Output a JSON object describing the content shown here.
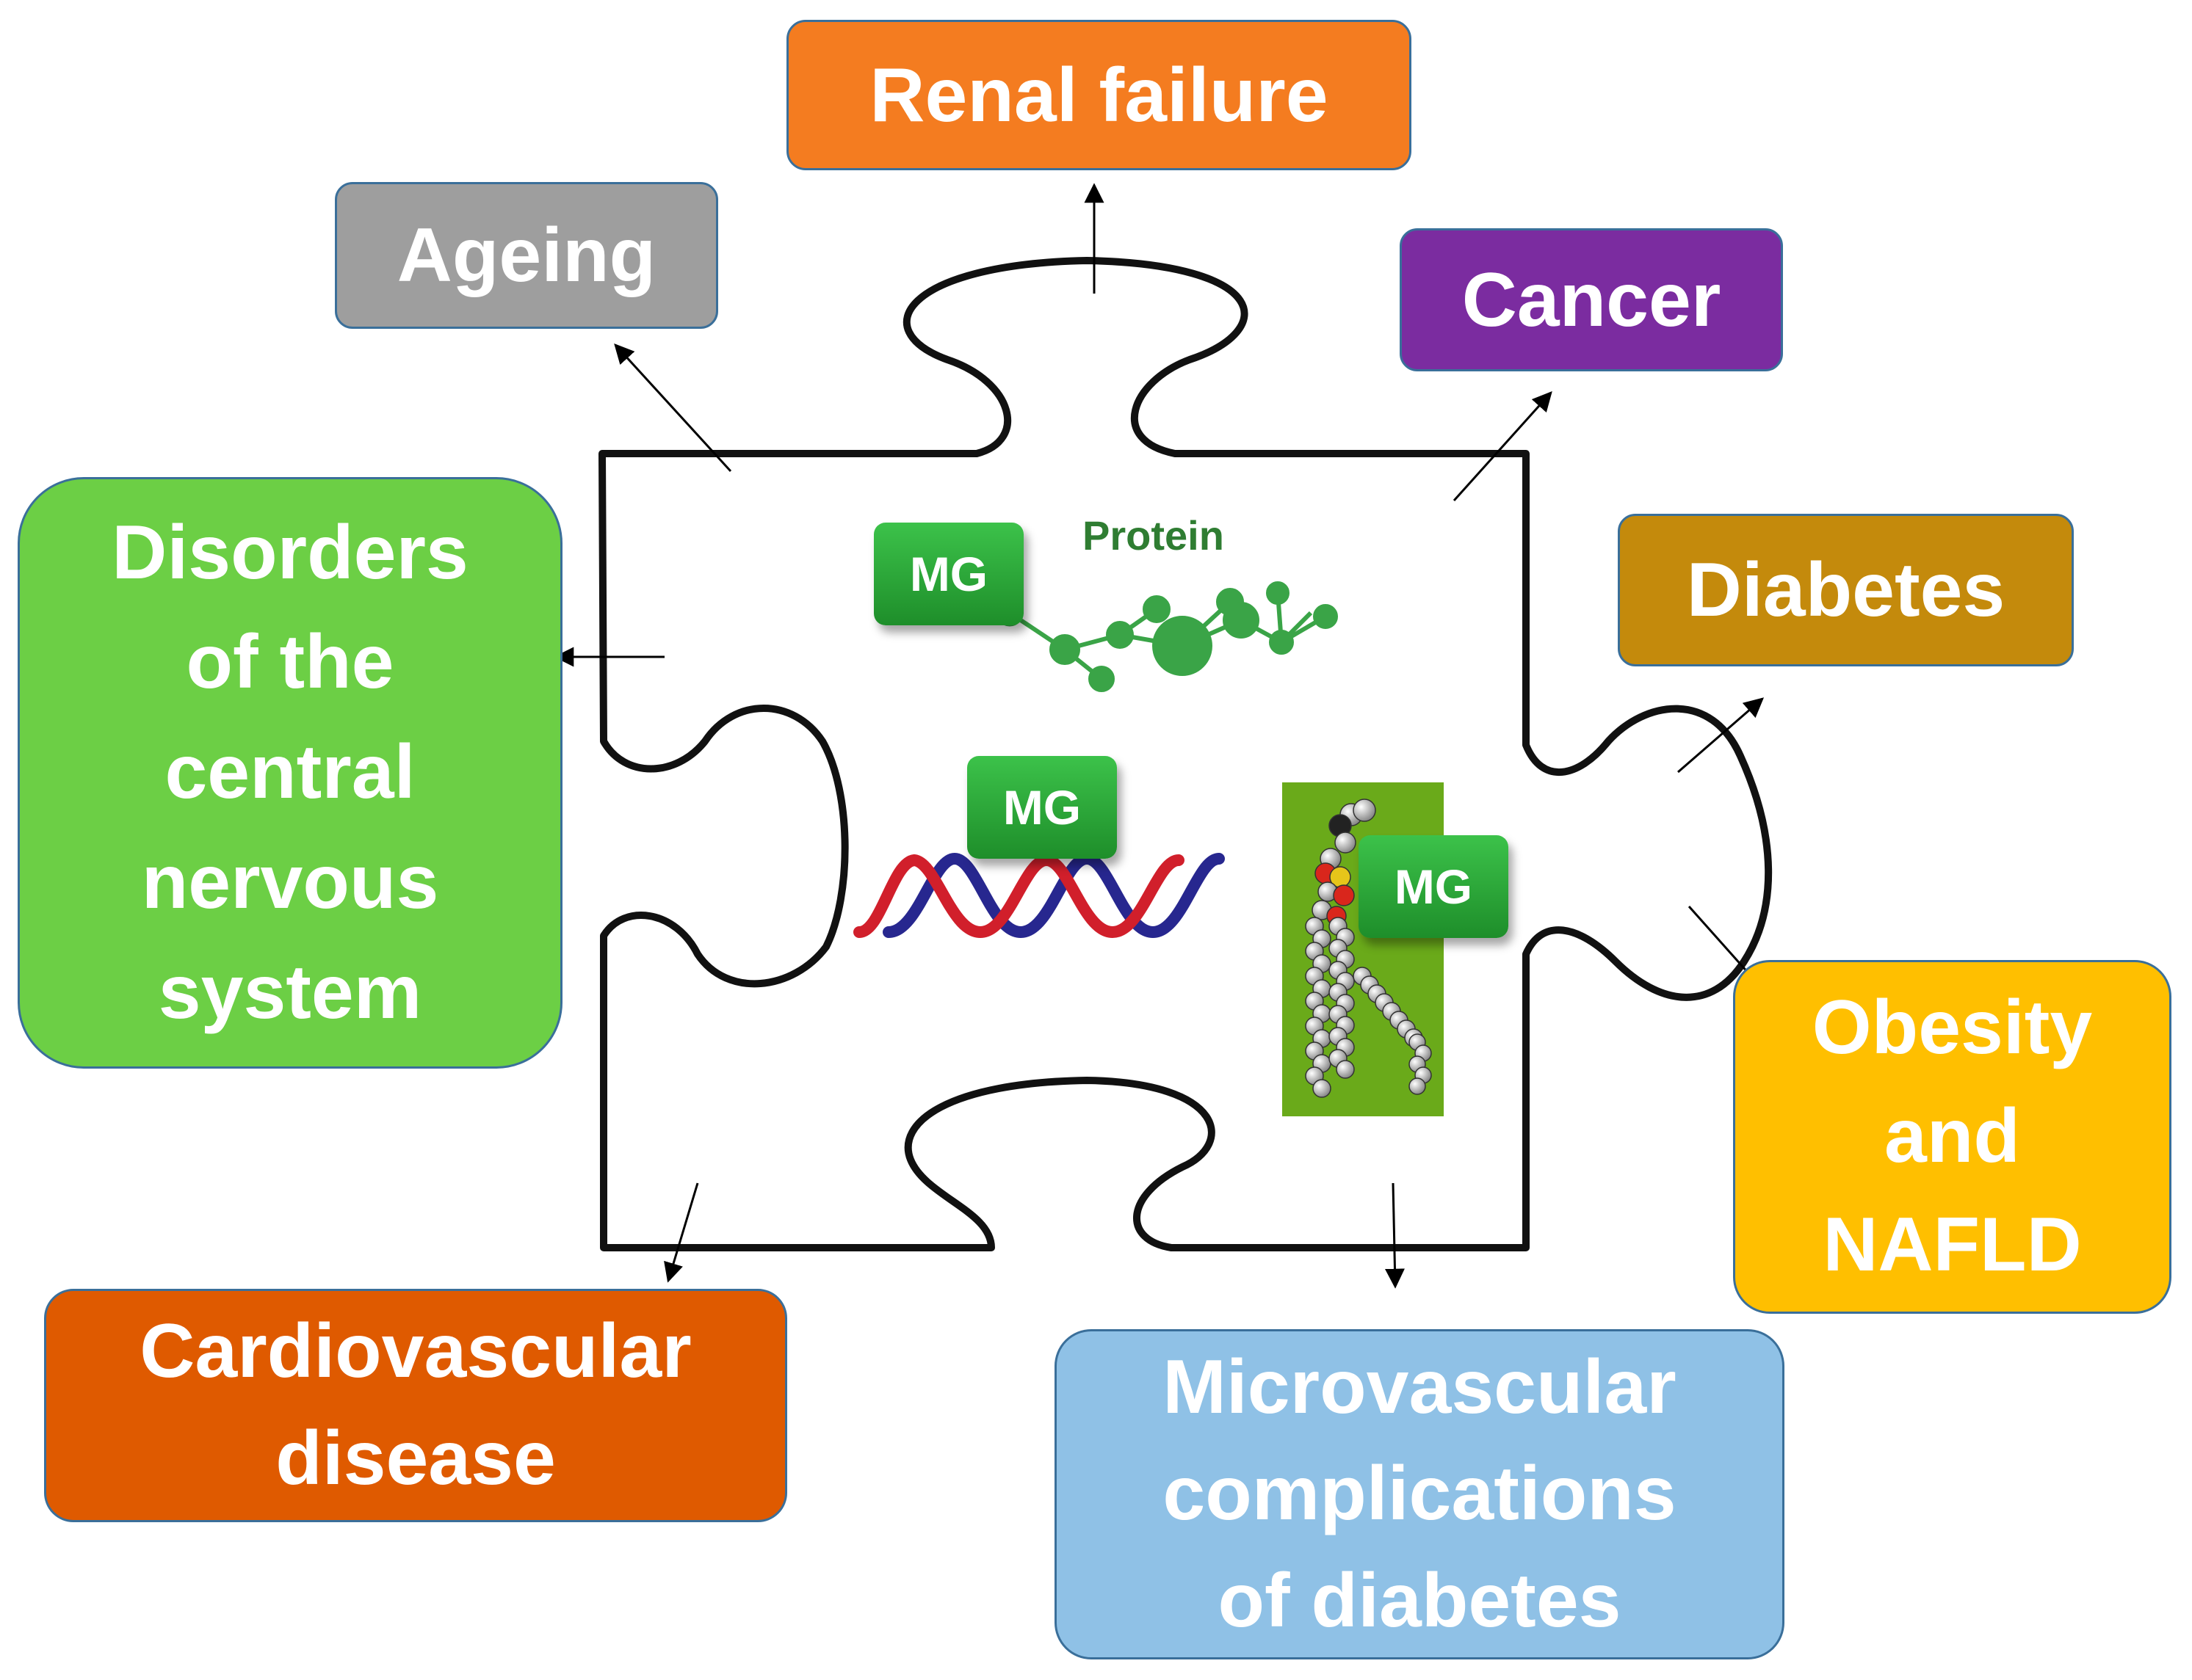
{
  "center": {
    "protein_label": "Protein",
    "mg_labels": [
      "MG",
      "MG",
      "MG"
    ]
  },
  "outcomes": [
    {
      "key": "renal",
      "label": "Renal failure",
      "color": "#f47c20"
    },
    {
      "key": "ageing",
      "label": "Ageing",
      "color": "#9e9e9e"
    },
    {
      "key": "cancer",
      "label": "Cancer",
      "color": "#7b2ca0"
    },
    {
      "key": "cns",
      "label": "Disorders\nof the\ncentral\nnervous\nsystem",
      "color": "#6ccf45"
    },
    {
      "key": "diabetes",
      "label": "Diabetes",
      "color": "#c48a0c"
    },
    {
      "key": "obesity",
      "label": "Obesity\nand\nNAFLD",
      "color": "#ffbf00"
    },
    {
      "key": "cardio",
      "label": "Cardiovascular\ndisease",
      "color": "#df5a00"
    },
    {
      "key": "micro",
      "label": "Microvascular\ncomplications\nof diabetes",
      "color": "#8fc1e6"
    }
  ],
  "colors": {
    "mg_green": "#27a336",
    "protein_green": "#3aa447",
    "dna_red": "#d11f2b",
    "dna_blue": "#27278f",
    "lipid_bg": "#6aaa1a"
  }
}
